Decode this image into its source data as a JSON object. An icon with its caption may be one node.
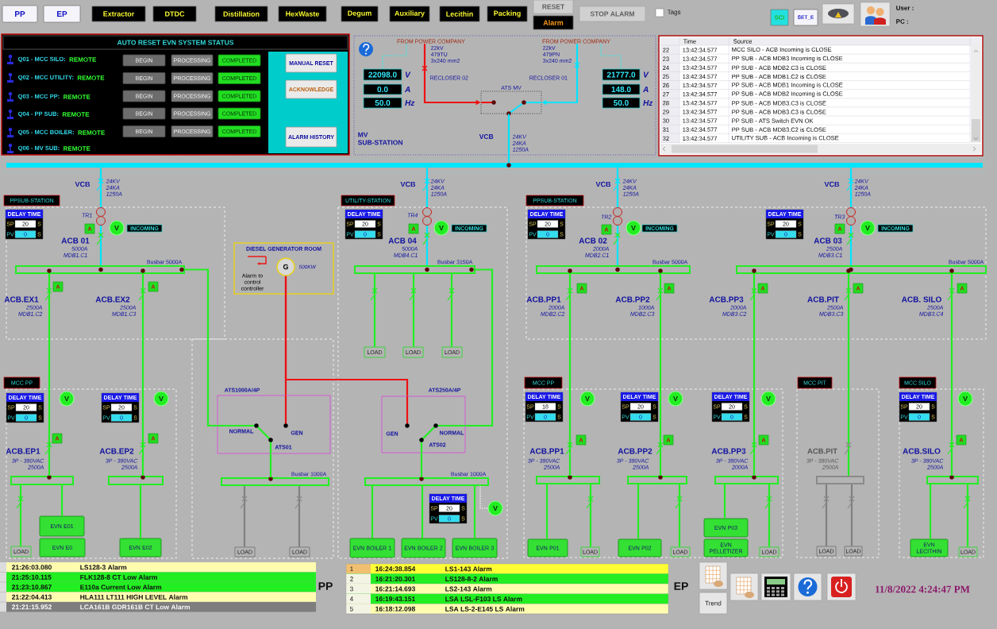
{
  "diagram": {
    "nodes": [
      {
        "text": [
          "PP"
        ]
      },
      {
        "text": [
          "EP"
        ]
      },
      {
        "text": [
          "Extractor"
        ]
      },
      {
        "text": [
          "DTDC"
        ]
      },
      {
        "text": [
          "Distillation"
        ]
      },
      {
        "text": [
          "HexWaste"
        ]
      },
      {
        "text": [
          "Degum"
        ]
      },
      {
        "text": [
          "Auxiliary"
        ]
      },
      {
        "text": [
          "Lecithin"
        ]
      },
      {
        "text": [
          "Packing"
        ]
      },
      {
        "text": [
          "RESET"
        ]
      },
      {
        "text": [
          "Alarm"
        ]
      },
      {
        "text": [
          "STOP ALARM"
        ]
      },
      {
        "text": [
          "SCI"
        ]
      },
      {
        "text": [
          "SET_E"
        ]
      },
      {
        "text": [
          "AUTO RESET EVN SYSTEM STATUS"
        ]
      },
      {
        "text": [
          "BEGIN"
        ],
        "in": 15
      },
      {
        "text": [
          "PROCESSING"
        ],
        "in": 15
      },
      {
        "text": [
          "COMPLETED"
        ],
        "in": 15
      },
      {
        "text": [
          "BEGIN"
        ],
        "in": 15
      },
      {
        "text": [
          "PROCESSING"
        ],
        "in": 15
      },
      {
        "text": [
          "COMPLETED"
        ],
        "in": 15
      },
      {
        "text": [
          "BEGIN"
        ],
        "in": 15
      },
      {
        "text": [
          "PROCESSING"
        ],
        "in": 15
      },
      {
        "text": [
          "COMPLETED"
        ],
        "in": 15
      },
      {
        "text": [
          "BEGIN"
        ],
        "in": 15
      },
      {
        "text": [
          "PROCESSING"
        ],
        "in": 15
      },
      {
        "text": [
          "COMPLETED"
        ],
        "in": 15
      },
      {
        "text": [
          "BEGIN"
        ],
        "in": 15
      },
      {
        "text": [
          "PROCESSING"
        ],
        "in": 15
      },
      {
        "text": [
          "COMPLETED"
        ],
        "in": 15
      },
      {
        "text": [
          "MANUAL RESET"
        ],
        "in": 15
      },
      {
        "text": [
          "ACKNOWLEDGE"
        ],
        "in": 15
      },
      {
        "text": [
          "ALARM HISTORY"
        ],
        "in": 15
      },
      {
        "text": [
          "FROM POWER COMPANY"
        ]
      },
      {
        "text": [
          "FROM POWER COMPANY"
        ]
      },
      {
        "text": [
          "22098.0"
        ],
        "beside": [
          "V"
        ]
      },
      {
        "text": [
          "0.0"
        ],
        "beside": [
          "A"
        ]
      },
      {
        "text": [
          "50.0"
        ],
        "beside": [
          "Hz"
        ]
      },
      {
        "text": [
          "21777.0"
        ],
        "beside": [
          "V"
        ]
      },
      {
        "text": [
          "148.0"
        ],
        "beside": [
          "A"
        ]
      },
      {
        "text": [
          "50.0"
        ],
        "beside": [
          "Hz"
        ]
      },
      {
        "text": [
          "ATS MV"
        ]
      },
      {
        "text": [],
        "shape": "bar"
      },
      {
        "text": [
          "PPSUB-STATION"
        ]
      },
      {
        "text": [
          "UTILITY-STATION"
        ]
      },
      {
        "text": [
          "PPSUB-STATION"
        ]
      },
      {
        "text": [
          "DELAY TIME",
          "SP",
          "20",
          "S",
          "PV",
          "0",
          "S"
        ]
      },
      {
        "text": [
          "DELAY TIME",
          "SP",
          "20",
          "S",
          "PV",
          "0",
          "S"
        ]
      },
      {
        "text": [
          "DELAY TIME",
          "SP",
          "20",
          "S",
          "PV",
          "0",
          "S"
        ]
      },
      {
        "text": [
          "DELAY TIME",
          "SP",
          "20",
          "S",
          "PV",
          "0",
          "S"
        ]
      },
      {
        "text": [
          "V"
        ]
      },
      {
        "text": [
          "V"
        ]
      },
      {
        "text": [
          "V"
        ]
      },
      {
        "text": [
          "V"
        ]
      },
      {
        "text": [
          "INCOMING"
        ]
      },
      {
        "text": [
          "INCOMING"
        ]
      },
      {
        "text": [
          "INCOMING"
        ]
      },
      {
        "text": [
          "INCOMING"
        ]
      },
      {
        "text": [
          "A"
        ]
      },
      {
        "text": [
          "A"
        ]
      },
      {
        "text": [
          "A"
        ]
      },
      {
        "text": [
          "A"
        ]
      },
      {
        "text": [],
        "shape": "bar",
        "beside": [
          "Busbar 5000A"
        ]
      },
      {
        "text": [],
        "shape": "bar",
        "beside": [
          "Busbar 3150A"
        ]
      },
      {
        "text": [],
        "shape": "bar",
        "beside": [
          "Busbar 5000A"
        ]
      },
      {
        "text": [],
        "shape": "bar",
        "beside": [
          "Busbar 5000A"
        ]
      },
      {
        "text": [
          "A"
        ]
      },
      {
        "text": [
          "A"
        ]
      },
      {
        "text": [
          "A"
        ]
      },
      {
        "text": [
          "A"
        ]
      },
      {
        "text": [
          "A"
        ]
      },
      {
        "text": [
          "A"
        ]
      },
      {
        "text": [
          "A"
        ]
      },
      {
        "text": [
          "LOAD"
        ]
      },
      {
        "text": [
          "LOAD"
        ]
      },
      {
        "text": [
          "LOAD"
        ]
      },
      {
        "text": [
          "DIESEL GENERATOR ROOM",
          "Alarm to control controller"
        ]
      },
      {
        "text": [
          "G"
        ],
        "beside": [
          "500KW"
        ],
        "in": 77
      },
      {
        "text": [
          "MCC PP"
        ]
      },
      {
        "text": [
          "MCC PP"
        ]
      },
      {
        "text": [
          "MCC PIT"
        ]
      },
      {
        "text": [
          "MCC SILO"
        ]
      },
      {
        "text": [
          "ATS1000A/4P",
          "NORMAL",
          "GEN",
          "ATS01"
        ]
      },
      {
        "text": [
          "ATS250A/4P",
          "GEN",
          "NORMAL",
          "ATS02"
        ]
      },
      {
        "text": [
          "DELAY TIME",
          "SP",
          "20",
          "S",
          "PV",
          "0",
          "S"
        ]
      },
      {
        "text": [
          "DELAY TIME",
          "SP",
          "20",
          "S",
          "PV",
          "0",
          "S"
        ]
      },
      {
        "text": [
          "DELAY TIME",
          "SP",
          "20",
          "S",
          "PV",
          "0",
          "S"
        ]
      },
      {
        "text": [
          "DELAY TIME",
          "SP",
          "18",
          "S",
          "PV",
          "0",
          "S"
        ]
      },
      {
        "text": [
          "DELAY TIME",
          "SP",
          "20",
          "S",
          "PV",
          "0",
          "S"
        ]
      },
      {
        "text": [
          "DELAY TIME",
          "SP",
          "20",
          "S",
          "PV",
          "0",
          "S"
        ]
      },
      {
        "text": [
          "DELAY TIME",
          "SP",
          "20",
          "S",
          "PV",
          "0",
          "S"
        ]
      },
      {
        "text": [
          "V"
        ]
      },
      {
        "text": [
          "V"
        ]
      },
      {
        "text": [
          "V"
        ]
      },
      {
        "text": [
          "V"
        ]
      },
      {
        "text": [
          "V"
        ]
      },
      {
        "text": [
          "V"
        ]
      },
      {
        "text": [
          "V"
        ]
      },
      {
        "text": [
          "A"
        ]
      },
      {
        "text": [
          "A"
        ]
      },
      {
        "text": [
          "A"
        ]
      },
      {
        "text": [
          "A"
        ]
      },
      {
        "text": [
          "A"
        ]
      },
      {
        "text": [
          "A"
        ]
      },
      {
        "text": [],
        "shape": "bar"
      },
      {
        "text": [],
        "shape": "bar"
      },
      {
        "text": [],
        "shape": "bar",
        "beside": [
          "Busbar 1000A"
        ]
      },
      {
        "text": [],
        "shape": "bar",
        "beside": [
          "Busbar 1000A"
        ]
      },
      {
        "text": [],
        "shape": "bar"
      },
      {
        "text": [],
        "shape": "bar"
      },
      {
        "text": [],
        "shape": "bar"
      },
      {
        "text": [],
        "shape": "bar"
      },
      {
        "text": [],
        "shape": "bar"
      },
      {
        "text": [
          "EVN E01"
        ]
      },
      {
        "text": [
          "EVN E0"
        ]
      },
      {
        "text": [
          "LOAD"
        ]
      },
      {
        "text": [
          "EVN E02"
        ]
      },
      {
        "text": [
          "LOAD"
        ]
      },
      {
        "text": [
          "LOAD"
        ]
      },
      {
        "text": [
          "EVN BOILER 1"
        ]
      },
      {
        "text": [
          "EVN BOILER 2"
        ]
      },
      {
        "text": [
          "EVN BOILER 3"
        ]
      },
      {
        "text": [
          "EVN P01"
        ]
      },
      {
        "text": [
          "LOAD"
        ]
      },
      {
        "text": [
          "EVN P02"
        ]
      },
      {
        "text": [
          "LOAD"
        ]
      },
      {
        "text": [
          "EVN P03"
        ]
      },
      {
        "text": [
          "EVN PELLETIZER"
        ]
      },
      {
        "text": [
          "LOAD"
        ]
      },
      {
        "text": [
          "LOAD"
        ]
      },
      {
        "text": [
          "LOAD"
        ]
      },
      {
        "text": [
          "EVN LECITHIN"
        ]
      },
      {
        "text": [
          "LOAD"
        ]
      },
      {
        "text": [
          "Trend"
        ]
      }
    ],
    "edges": [
      {
        "from": 34,
        "to": 42,
        "arrow": "to",
        "color": "#ee1111"
      },
      {
        "from": 35,
        "to": 42,
        "arrow": "to",
        "color": "#00e5ff"
      },
      {
        "from": 42,
        "to": 43,
        "arrow": "none",
        "color": "#00e5ff"
      },
      {
        "from": 43,
        "to": 63,
        "arrow": "none",
        "color": "#00e5ff"
      },
      {
        "from": 43,
        "to": 64,
        "arrow": "none",
        "color": "#00e5ff"
      },
      {
        "from": 43,
        "to": 65,
        "arrow": "none",
        "color": "#00e5ff"
      },
      {
        "from": 43,
        "to": 66,
        "arrow": "none",
        "color": "#00e5ff"
      },
      {
        "from": 63,
        "to": 105,
        "arrow": "none"
      },
      {
        "from": 63,
        "to": 106,
        "arrow": "none"
      },
      {
        "from": 63,
        "to": 83,
        "arrow": "none"
      },
      {
        "from": 64,
        "to": 74,
        "arrow": "none"
      },
      {
        "from": 64,
        "to": 75,
        "arrow": "none"
      },
      {
        "from": 64,
        "to": 76,
        "arrow": "none"
      },
      {
        "from": 64,
        "to": 84,
        "arrow": "none"
      },
      {
        "from": 78,
        "to": 83,
        "arrow": "none",
        "color": "#ee1111"
      },
      {
        "from": 78,
        "to": 84,
        "arrow": "none",
        "color": "#ee1111"
      },
      {
        "from": 83,
        "to": 107,
        "arrow": "none"
      },
      {
        "from": 84,
        "to": 108,
        "arrow": "none"
      },
      {
        "from": 107,
        "to": 118,
        "arrow": "none",
        "color": "#808080"
      },
      {
        "from": 107,
        "to": 119,
        "arrow": "none",
        "color": "#808080"
      },
      {
        "from": 108,
        "to": 120,
        "arrow": "none"
      },
      {
        "from": 108,
        "to": 121,
        "arrow": "none"
      },
      {
        "from": 108,
        "to": 122,
        "arrow": "none"
      },
      {
        "from": 65,
        "to": 109,
        "arrow": "none"
      },
      {
        "from": 65,
        "to": 110,
        "arrow": "none"
      },
      {
        "from": 66,
        "to": 111,
        "arrow": "none"
      },
      {
        "from": 66,
        "to": 112,
        "arrow": "none"
      },
      {
        "from": 66,
        "to": 113,
        "arrow": "none"
      },
      {
        "from": 105,
        "to": 116,
        "arrow": "none"
      },
      {
        "from": 105,
        "to": 114,
        "arrow": "none"
      },
      {
        "from": 106,
        "to": 117,
        "arrow": "none"
      },
      {
        "from": 109,
        "to": 123,
        "arrow": "none"
      },
      {
        "from": 109,
        "to": 124,
        "arrow": "none"
      },
      {
        "from": 110,
        "to": 125,
        "arrow": "none"
      },
      {
        "from": 110,
        "to": 126,
        "arrow": "none"
      },
      {
        "from": 111,
        "to": 127,
        "arrow": "none"
      },
      {
        "from": 111,
        "to": 129,
        "arrow": "none"
      },
      {
        "from": 112,
        "to": 130,
        "arrow": "none",
        "color": "#808080"
      },
      {
        "from": 112,
        "to": 131,
        "arrow": "none",
        "color": "#808080"
      },
      {
        "from": 113,
        "to": 132,
        "arrow": "none"
      },
      {
        "from": 113,
        "to": 133,
        "arrow": "none"
      },
      {
        "from": 34,
        "to": 36,
        "arrow": "none",
        "style": "dashed",
        "color": "#33eeee"
      },
      {
        "from": 35,
        "to": 39,
        "arrow": "none",
        "style": "dashed",
        "color": "#33eeee"
      },
      {
        "from": 108,
        "to": 98,
        "arrow": "none",
        "style": "dashed",
        "color": "#ffffff"
      }
    ],
    "labels": [
      "Tags",
      "User :",
      "PC :",
      "Q01 - MCC SILO:",
      "REMOTE",
      "Q02 - MCC UTILITY:",
      "REMOTE",
      "Q03 - MCC PP:",
      "REMOTE",
      "Q04 - PP SUB:",
      "REMOTE",
      "Q05 - MCC BOILER:",
      "REMOTE",
      "Q06 - MV SUB:",
      "REMOTE",
      "22kV 479TU 3x240 mm2",
      "RECLOSER 02",
      "22kV 479PN 3x240 mm2",
      "RECLOSER 01",
      "MV SUB-STATION",
      "VCB",
      "24KV 24KA 1250A",
      "VCB",
      "24KV 24KA 1250A",
      "TR1",
      "ACB 01",
      "5000A MDB1.C1",
      "VCB",
      "24KV 24KA 1250A",
      "TR4",
      "ACB 04",
      "5000A MDB4.C1",
      "VCB",
      "24KV 24KA 1250A",
      "TR2",
      "ACB 02",
      "2000A MDB2.C1",
      "VCB",
      "24KV 24KA 1250A",
      "TR3",
      "ACB 03",
      "2500A MDB3.C1",
      "ACB.EX1",
      "2500A MDB1.C2",
      "ACB.EX2",
      "2500A MDB1.C3",
      "ACB.PP1",
      "2000A MDB2.C2",
      "ACB.PP2",
      "1000A MDB2.C3",
      "ACB.PP3",
      "2000A MDB3.C2",
      "ACB.PIT",
      "2500A MDB3.C3",
      "ACB. SILO",
      "2500A MDB3.C4",
      "ACB.EP1",
      "3P - 380VAC 2500A",
      "ACB.EP2",
      "3P - 380VAC 2500A",
      "ACB.PP1",
      "3P - 380VAC 2500A",
      "ACB.PP2",
      "3P - 380VAC 2500A",
      "ACB.PP3",
      "3P - 380VAC 2000A",
      "ACB.PIT",
      "3P - 380VAC 2500A",
      "ACB.SILO",
      "3P - 380VAC 2500A",
      "Time",
      "Source",
      "22",
      "13:42:34.577",
      "MCC SILO - ACB Incoming is CLOSE",
      "23",
      "13:42:34.577",
      "PP SUB - ACB MDB3 Incoming is CLOSE",
      "24",
      "13:42:34.577",
      "PP SUB - ACB MDB2.C3 is CLOSE",
      "25",
      "13:42:34.577",
      "PP SUB - ACB MDB1.C2 is CLOSE",
      "26",
      "13:42:34.577",
      "PP SUB - ACB MDB1 Incoming is CLOSE",
      "27",
      "13:42:34.577",
      "PP SUB - ACB MDB2 Incoming is CLOSE",
      "28",
      "13:42:34.577",
      "PP SUB - ACB MDB3.C3 is CLOSE",
      "29",
      "13:42:34.577",
      "PP SUB - ACB MDB3.C3 is CLOSE",
      "30",
      "13:42:34.577",
      "PP SUB - ATS Switch EVN OK",
      "31",
      "13:42:34.577",
      "PP SUB - ACB MDB3.C2 is CLOSE",
      "32",
      "13:42:34.577",
      "UTILITY SUB - ACB Incoming is CLOSE",
      "21:26:03.080",
      "LS128-3 Alarm",
      "21:25:10.115",
      "FLK128-8 CT Low Alarm",
      "21:23:10.867",
      "E110a Current Low Alarm",
      "21:22:04.413",
      "HLA111 LT111 HIGH LEVEL Alarm",
      "21:21:15.952",
      "LCA161B GDR161B CT Low Alarm",
      "PP",
      "1",
      "16:24:38.854",
      "LS1-143 Alarm",
      "2",
      "16:21:20.301",
      "LS128-8-2 Alarm",
      "3",
      "16:21:14.693",
      "LS2-143 Alarm",
      "4",
      "16:19:43.151",
      "LSA LSL-F103 LS Alarm",
      "5",
      "16:18:12.098",
      "LSA LS-2-E145 LS Alarm",
      "EP",
      "11/8/2022 4:24:47 PM"
    ]
  }
}
